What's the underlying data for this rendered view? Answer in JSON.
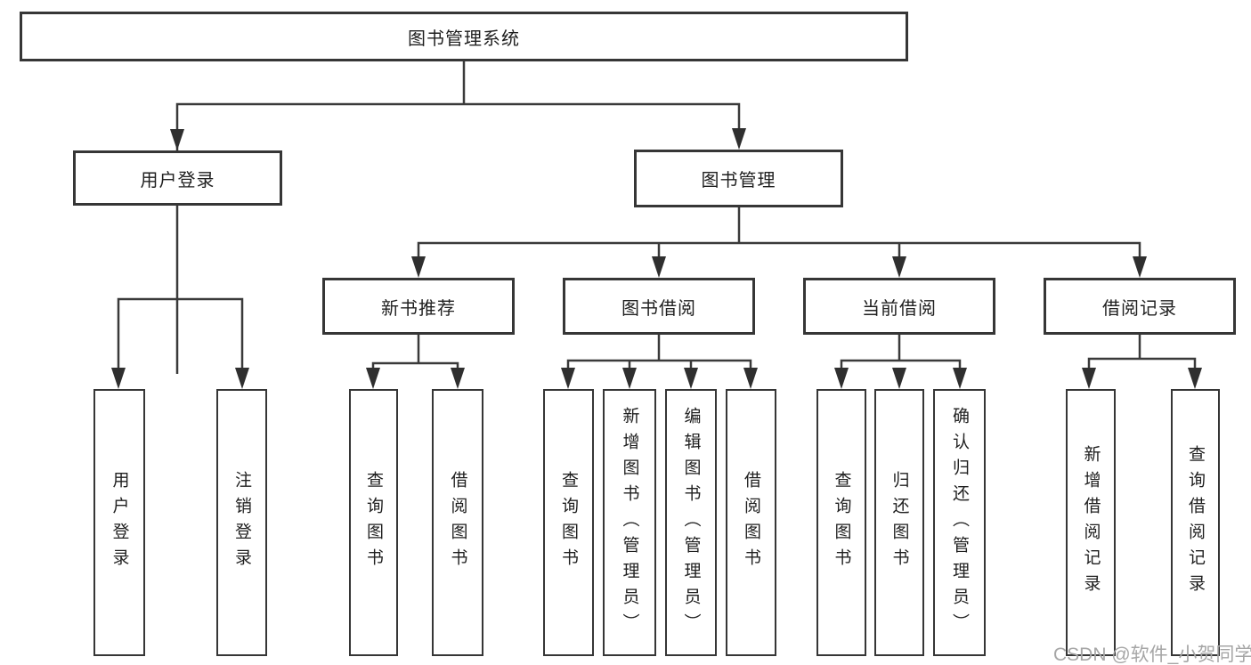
{
  "diagram": {
    "type": "hierarchy-tree",
    "title": "图书管理系统",
    "colors": {
      "background": "#ffffff",
      "box_border": "#363636",
      "connector_line": "#3a3a3a",
      "arrowhead": "#2f2f2f",
      "text": "#1f1f1f",
      "watermark": "#a6a6a6"
    },
    "tree": {
      "label": "图书管理系统",
      "children": [
        {
          "label": "用户登录",
          "children": [
            {
              "label": "用户登录"
            },
            {
              "label": "注销登录"
            }
          ]
        },
        {
          "label": "图书管理",
          "children": [
            {
              "label": "新书推荐",
              "children": [
                {
                  "label": "查询图书"
                },
                {
                  "label": "借阅图书"
                }
              ]
            },
            {
              "label": "图书借阅",
              "children": [
                {
                  "label": "查询图书"
                },
                {
                  "label": "新增图书（管理员）"
                },
                {
                  "label": "编辑图书（管理员）"
                },
                {
                  "label": "借阅图书"
                }
              ]
            },
            {
              "label": "当前借阅",
              "children": [
                {
                  "label": "查询图书"
                },
                {
                  "label": "归还图书"
                },
                {
                  "label": "确认归还（管理员）"
                }
              ]
            },
            {
              "label": "借阅记录",
              "children": [
                {
                  "label": "新增借阅记录"
                },
                {
                  "label": "查询借阅记录"
                }
              ]
            }
          ]
        }
      ]
    },
    "watermark": {
      "text": "CSDN @软件_小贺同学"
    }
  }
}
